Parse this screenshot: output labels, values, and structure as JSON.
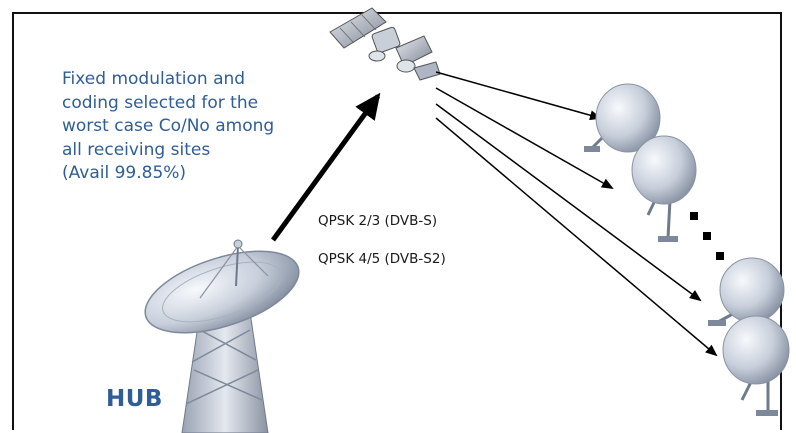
{
  "description_lines": [
    "Fixed modulation and",
    "coding selected for the",
    "worst case Co/No among",
    "all receiving sites",
    "(Avail 99.85%)"
  ],
  "modulations": [
    "QPSK 2/3 (DVB-S)",
    "QPSK 4/5 (DVB-S2)"
  ],
  "hub_label": "HUB",
  "colors": {
    "text_blue": "#2f5d98",
    "dish_light": "#eef2f8",
    "dish_mid": "#b8c1d0",
    "dish_dark": "#6f7a8c",
    "arrow": "#000000"
  }
}
